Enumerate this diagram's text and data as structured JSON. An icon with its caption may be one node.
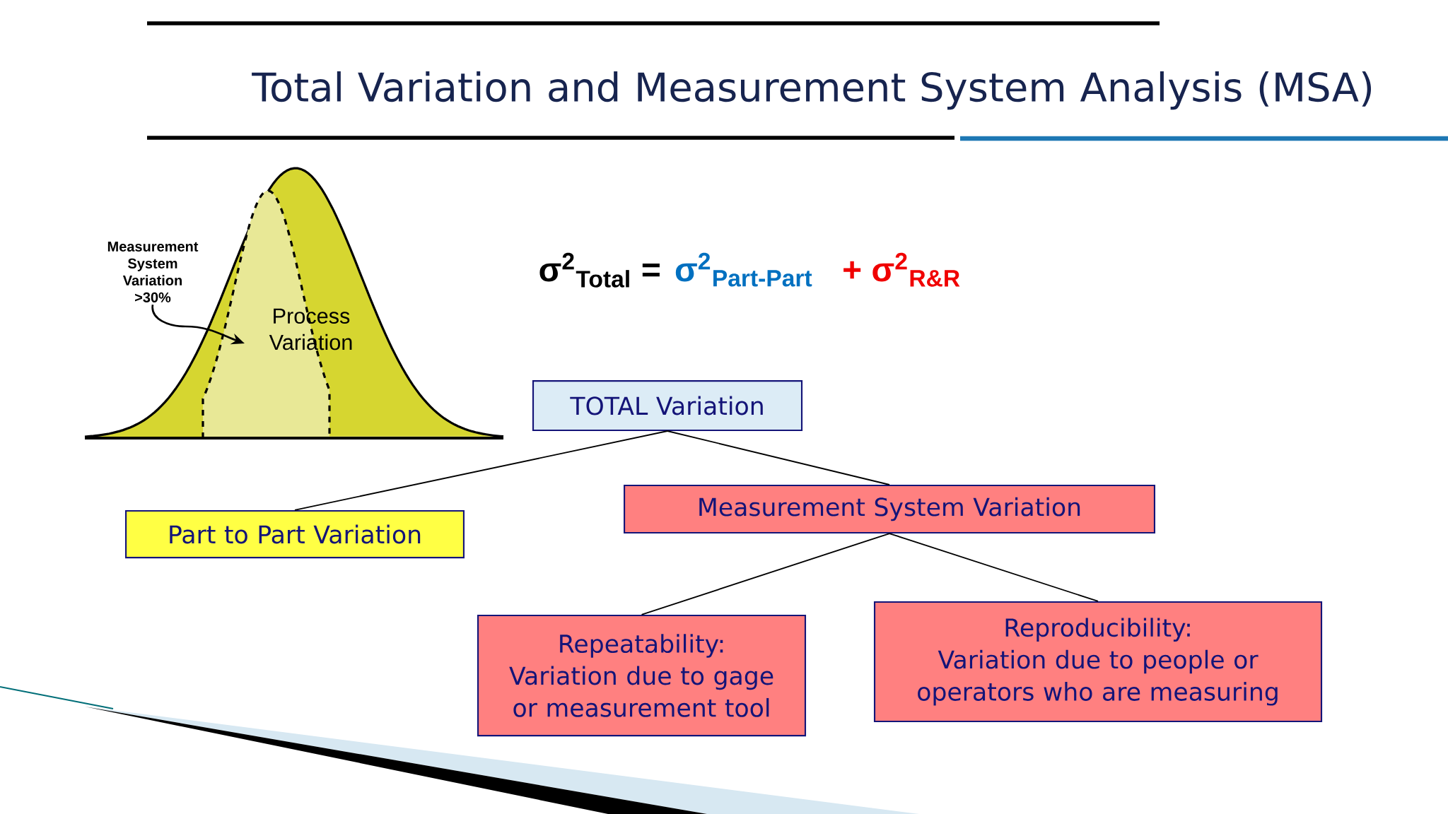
{
  "diagram": {
    "title": "Total Variation and Measurement System Analysis (MSA)",
    "nodes": [
      {
        "text": [
          "TOTAL  Variation"
        ]
      },
      {
        "text": [
          "Part to Part Variation"
        ]
      },
      {
        "text": [
          "Measurement System Variation"
        ]
      },
      {
        "text": [
          "Repeatability:",
          "Variation due to gage or measurement tool"
        ]
      },
      {
        "text": [
          "Reproducibility:",
          "Variation due to people or operators who are measuring"
        ]
      },
      {
        "text": [
          "Measurement System Variation >30%"
        ]
      }
    ],
    "edges": [
      {
        "from": 0,
        "to": 1,
        "arrow": "none"
      },
      {
        "from": 0,
        "to": 2,
        "arrow": "none"
      },
      {
        "from": 2,
        "to": 3,
        "arrow": "none"
      },
      {
        "from": 2,
        "to": 4,
        "arrow": "none"
      },
      {
        "from": 5,
        "to": null,
        "arrow": "to"
      }
    ],
    "labels": [
      "Process Variation",
      "σ$^{2}$$_{Total}$ =",
      "σ$^{2}$$_{Part-Part}$",
      "+ σ$^{2}$$_{R&R}$"
    ]
  }
}
